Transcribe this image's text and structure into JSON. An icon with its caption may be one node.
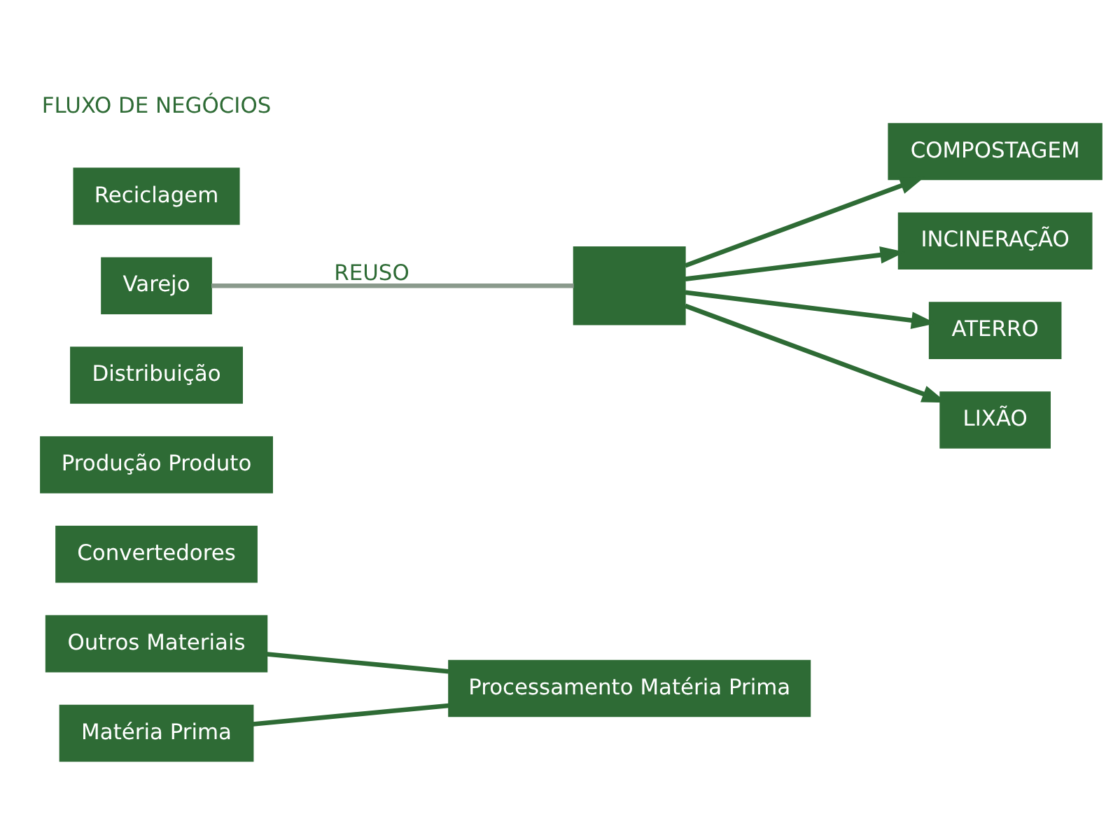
{
  "diagram": {
    "nodes": [
      {
        "text": [
          "Outros Materiais"
        ]
      },
      {
        "text": [
          "Matéria Prima"
        ]
      },
      {
        "text": [
          "Processamento Matéria Prima"
        ]
      },
      {
        "text": [
          "Convertedores"
        ]
      },
      {
        "text": [
          "Produção Produto"
        ]
      },
      {
        "text": [
          "Distribuição"
        ]
      },
      {
        "text": [
          "Varejo"
        ]
      },
      {
        "text": [],
        "shape": "box"
      },
      {
        "text": [
          "Reciclagem"
        ]
      },
      {
        "text": [
          "COMPOSTAGEM"
        ]
      },
      {
        "text": [
          "INCINERAÇÃO"
        ]
      },
      {
        "text": [
          "ATERRO"
        ]
      },
      {
        "text": [
          "LIXÃO"
        ]
      }
    ],
    "edges": [
      {
        "from": 0,
        "to": 2,
        "arrow": "none"
      },
      {
        "from": 1,
        "to": 2,
        "arrow": "none"
      },
      {
        "from": 6,
        "to": 7,
        "arrow": "none",
        "label": "REUSO",
        "color": "#8a9a8c"
      },
      {
        "from": 7,
        "to": 9,
        "arrow": "to"
      },
      {
        "from": 7,
        "to": 10,
        "arrow": "to"
      },
      {
        "from": 7,
        "to": 11,
        "arrow": "to"
      },
      {
        "from": 7,
        "to": 12,
        "arrow": "to"
      }
    ],
    "labels": [
      "FLUXO DE NEGÓCIOS"
    ]
  }
}
